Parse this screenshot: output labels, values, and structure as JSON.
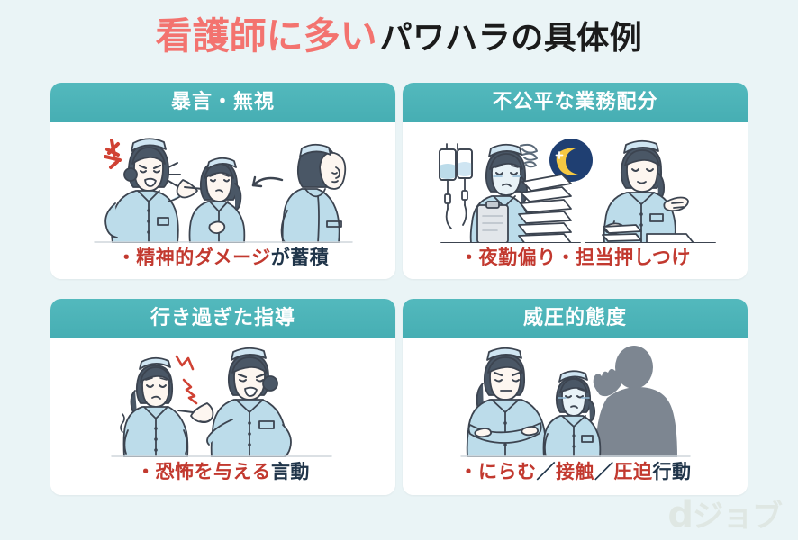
{
  "background_color": "#eaf4f6",
  "title": {
    "highlight": "看護師に多い",
    "highlight_color": "#f3736f",
    "rest": "パワハラの具体例",
    "rest_color": "#1b1b1b"
  },
  "theme": {
    "header_color": "#4bb3b8",
    "card_background": "#ffffff",
    "caption_red": "#c2392f",
    "caption_dark": "#20354a",
    "uniform_blue": "#bcdcea",
    "line_color": "#3c4450"
  },
  "cards": [
    {
      "header": "暴言・無視",
      "illustration": "angry-nurse-pointing-scared-nurse-ignoring-nurse",
      "caption_parts": [
        {
          "text": "・精神的ダメージ",
          "color": "red"
        },
        {
          "text": "が蓄積",
          "color": "dark"
        }
      ]
    },
    {
      "header": "不公平な業務配分",
      "illustration": "overworked-nurse-with-paperwork-iv-drip-night-moon-and-relaxed-nurse",
      "caption_parts": [
        {
          "text": "・夜勤偏り・担当押しつけ",
          "color": "red"
        }
      ]
    },
    {
      "header": "行き過ぎた指導",
      "illustration": "trembling-nurse-scolded-by-pointing-senior-nurse",
      "caption_parts": [
        {
          "text": "・恐怖を与える",
          "color": "red"
        },
        {
          "text": "言動",
          "color": "dark"
        }
      ]
    },
    {
      "header": "威圧的態度",
      "illustration": "arms-crossed-glaring-nurse-cowering-nurse-and-looming-shadow-figure",
      "caption_parts": [
        {
          "text": "・にらむ",
          "color": "red"
        },
        {
          "text": "／",
          "color": "dark"
        },
        {
          "text": "接触",
          "color": "red"
        },
        {
          "text": "／",
          "color": "dark"
        },
        {
          "text": "圧迫",
          "color": "red"
        },
        {
          "text": "行動",
          "color": "dark"
        }
      ]
    }
  ],
  "logo": {
    "mark": "d",
    "text": "ジョブ",
    "color": "#dfe7e3"
  }
}
